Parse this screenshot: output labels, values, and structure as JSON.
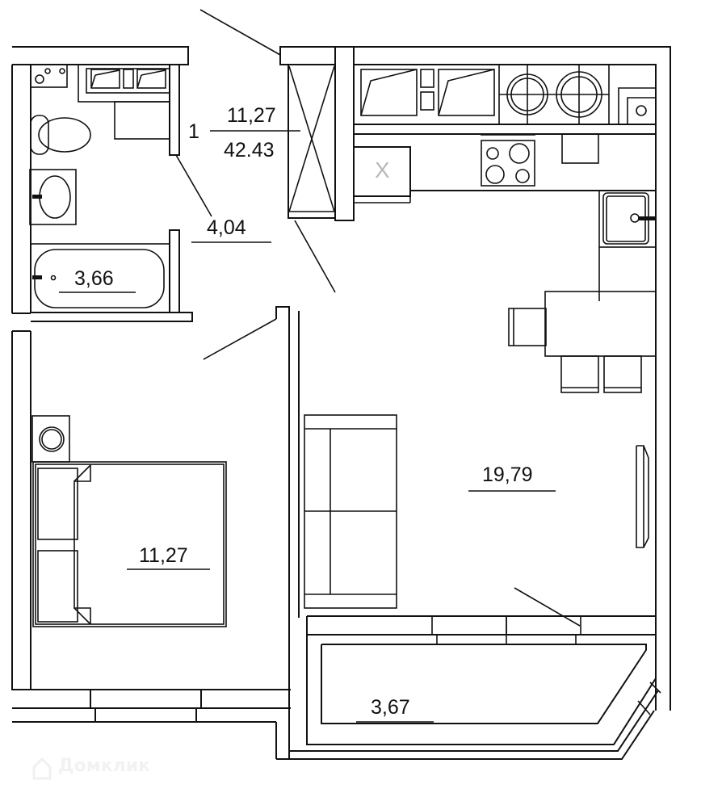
{
  "plan": {
    "type": "floor-plan",
    "apartment": {
      "rooms_count": "1",
      "living_area": "11,27",
      "total_area": "42.43"
    },
    "rooms": [
      {
        "id": "hallway",
        "area": "4,04"
      },
      {
        "id": "bathroom",
        "area": "3,66"
      },
      {
        "id": "bedroom",
        "area": "11,27"
      },
      {
        "id": "kitchen-living",
        "area": "19,79"
      },
      {
        "id": "balcony",
        "area": "3,67"
      }
    ],
    "fixtures": {
      "ventilation_mark": "X"
    }
  },
  "watermark": {
    "text": "Домклик"
  },
  "colors": {
    "line": "#111111",
    "background": "#ffffff",
    "xmark": "#b8b8b8"
  }
}
